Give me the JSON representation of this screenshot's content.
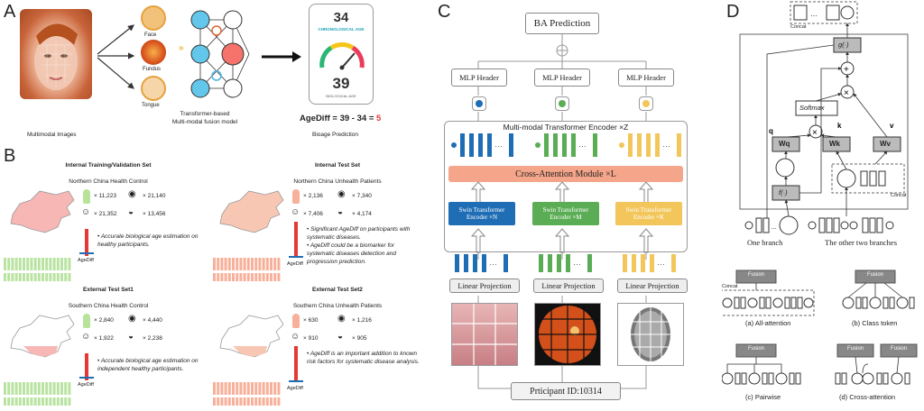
{
  "panelA": {
    "letter": "A",
    "face_label": "Face",
    "fundus_label": "Fundus",
    "tongue_label": "Tongue",
    "caption_images": "Multimodal Images",
    "caption_fusion": "Transformer-based\nMulti-modal fusion model",
    "caption_prediction": "Bioage Prediction",
    "chrono_value": "34",
    "chrono_label": "CHRONOLOGICAL AGE",
    "bio_value": "39",
    "bio_label": "BIOLOGICAL AGE",
    "agediff_text": "AgeDiff = 39 - 34 = ",
    "agediff_result": "5"
  },
  "panelB": {
    "letter": "B",
    "blocks": [
      {
        "title": "Internal Training/Validation Set",
        "subtitle": "Northern China Health Control",
        "c1": "× 11,223",
        "c2": "× 21,140",
        "c3": "× 21,352",
        "c4": "× 13,456",
        "note": "• Accurate biological age estimation on healthy participants.",
        "agediff": "AgeDiff"
      },
      {
        "title": "Internal Test Set",
        "subtitle": "Northern China Unhealth Patients",
        "c1": "× 2,136",
        "c2": "× 7,340",
        "c3": "× 7,406",
        "c4": "× 4,174",
        "note": "• Significant AgeDiff on participants with systematic diseases.\n• AgeDiff could be a biomarker for systematic diseases detection and progression prediction.",
        "agediff": "AgeDiff"
      },
      {
        "title": "External Test Set1",
        "subtitle": "Southern China Health Control",
        "c1": "× 2,840",
        "c2": "× 4,440",
        "c3": "× 1,922",
        "c4": "× 2,238",
        "note": "• Accurate biological age estimation on independent healthy participants.",
        "agediff": "AgeDiff"
      },
      {
        "title": "External Test Set2",
        "subtitle": "Southern China Unhealth Patients",
        "c1": "× 630",
        "c2": "× 1,216",
        "c3": "× 910",
        "c4": "× 905",
        "note": "• AgeDiff is an important addition to known risk factors for systematic disease analysis.",
        "agediff": "AgeDiff"
      }
    ]
  },
  "panelC": {
    "letter": "C",
    "ba_prediction": "BA Prediction",
    "mlp_header": "MLP Header",
    "encoder_title": "Multi-modal Transformer Encoder ×Z",
    "cross_attention": "Cross-Attention Module ×L",
    "swin_n": "Swin Transformer\nEncoder ×N",
    "swin_m": "Swin Transformer\nEncoder ×M",
    "swin_k": "Swin Transformer\nEncoder ×K",
    "linear_projection": "Linear Projection",
    "participant_id": "Prticipant ID:10314",
    "colors": {
      "blue": "#1f6db5",
      "green": "#5aad55",
      "yellow": "#f2c65a",
      "salmon": "#f4a58a"
    }
  },
  "panelD": {
    "letter": "D",
    "concat": "Concat",
    "g_func": "g(·)",
    "softmax": "Softmax",
    "q": "q",
    "k": "k",
    "v": "v",
    "wq": "Wq",
    "wk": "Wk",
    "wv": "Wv",
    "f_func": "f(·)",
    "one_branch": "One branch",
    "other_branches": "The other two branches",
    "fusion": "Fusion",
    "sub_a": "(a) All-attention",
    "sub_b": "(b) Class token",
    "sub_c": "(c) Pairwise",
    "sub_d": "(d) Cross-attention"
  }
}
